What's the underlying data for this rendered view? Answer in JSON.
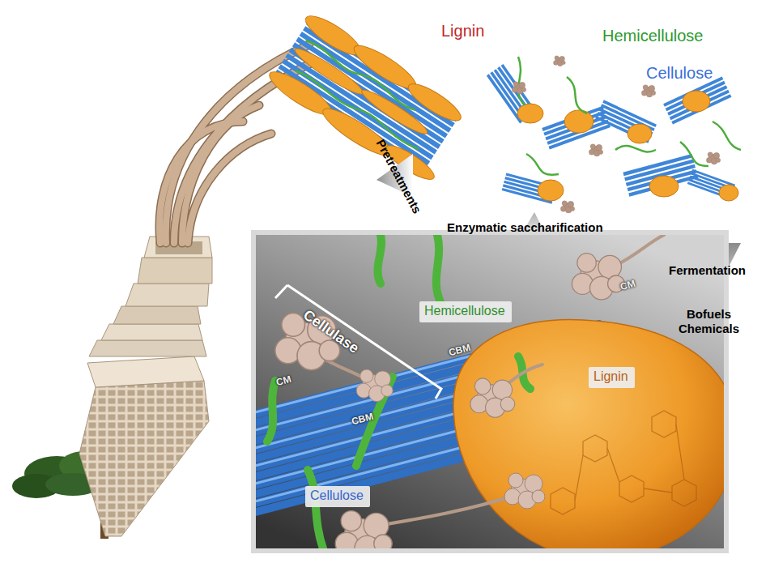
{
  "diagram": {
    "nodes": [
      {
        "text": [
          "Hemicellulose"
        ]
      },
      {
        "text": [
          "Lignin"
        ]
      },
      {
        "text": [
          "Cellulose"
        ]
      }
    ],
    "labels": [
      "Lignin",
      "Hemicellulose",
      "Cellulose",
      "Pretreatments",
      "Enzymatic saccharification",
      "Fermentation",
      "Bofuels",
      "Chemicals",
      "Cellulase",
      "CM",
      "CBM",
      "CBM",
      "CM"
    ]
  }
}
